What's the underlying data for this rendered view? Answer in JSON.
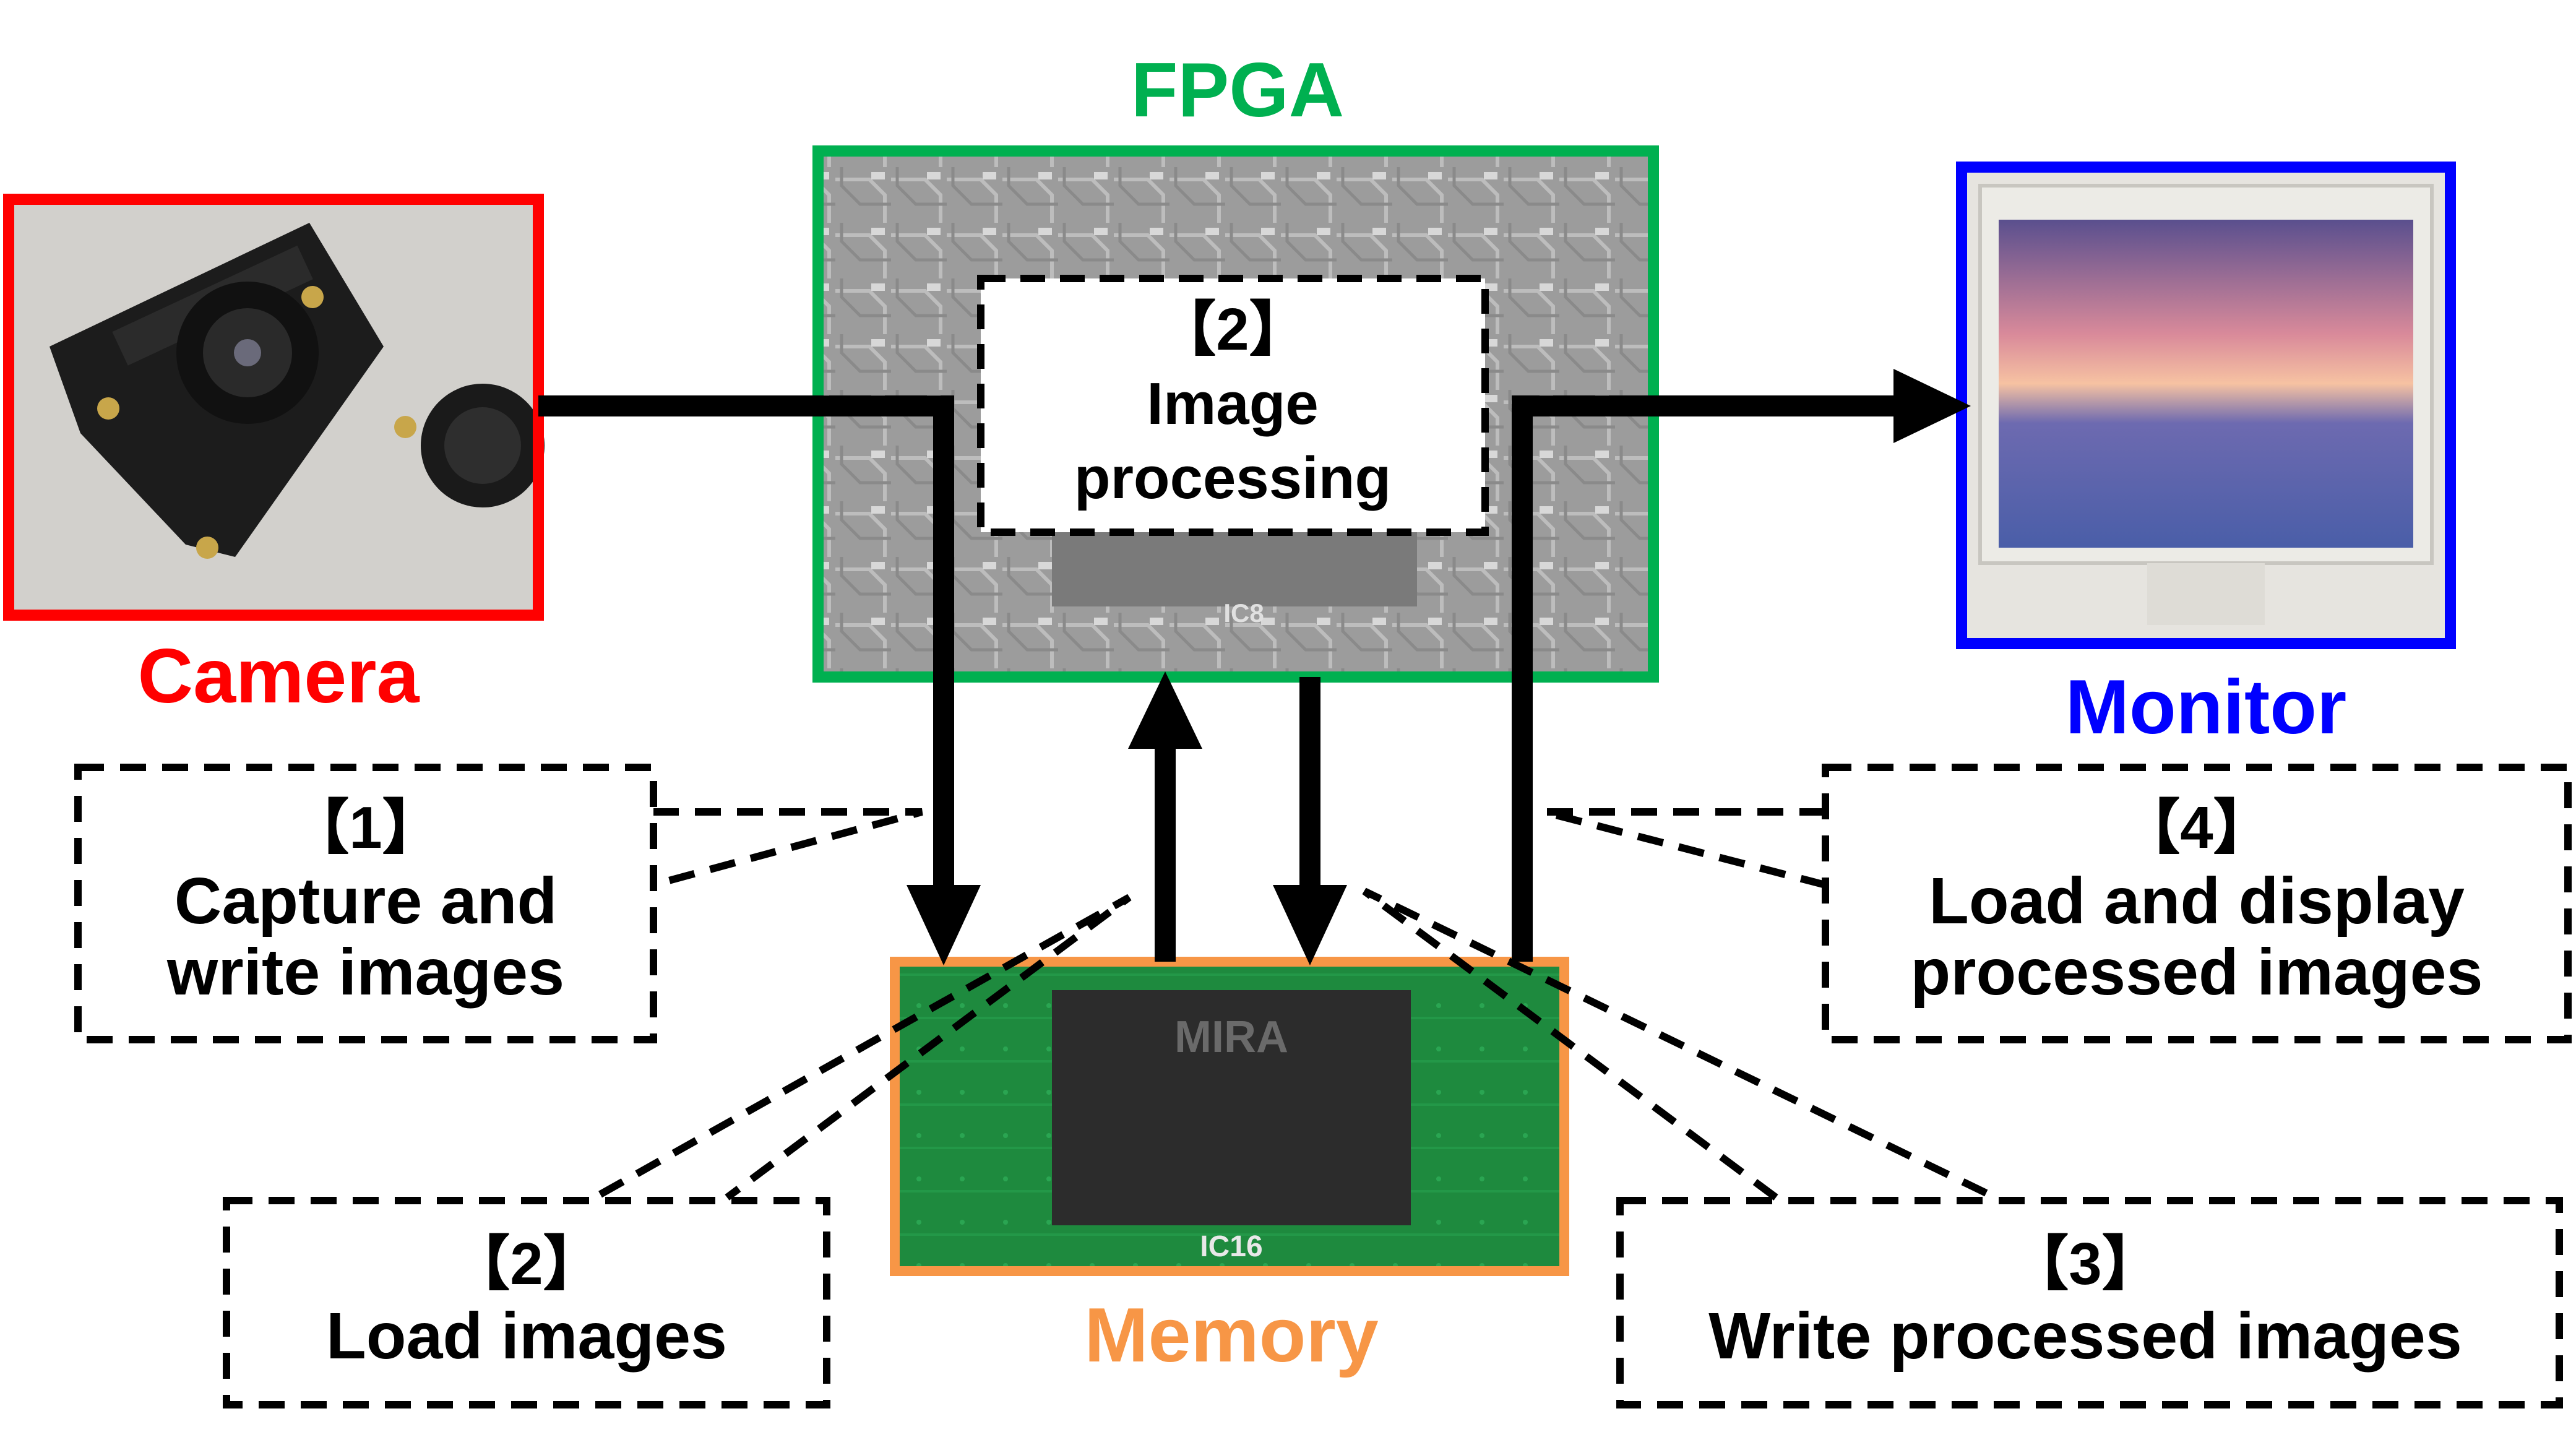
{
  "components": {
    "camera": {
      "label": "Camera",
      "color": "#ff0000"
    },
    "fpga": {
      "label": "FPGA",
      "color": "#00b050",
      "inner_step": "【2】",
      "inner_line1": "Image",
      "inner_line2": "processing",
      "chip_label": "IC8"
    },
    "monitor": {
      "label": "Monitor",
      "color": "#0000ff"
    },
    "memory": {
      "label": "Memory",
      "color": "#f79646",
      "chip_brand": "MIRA",
      "chip_label": "IC16"
    }
  },
  "steps": [
    {
      "number": "【1】",
      "line1": "Capture and",
      "line2": "write images"
    },
    {
      "number": "【2】",
      "line1": "Load images"
    },
    {
      "number": "【3】",
      "line1": "Write processed images"
    },
    {
      "number": "【4】",
      "line1": "Load and display",
      "line2": "processed images"
    }
  ],
  "colors": {
    "arrow": "#000000",
    "board_green": "#1f8a3c",
    "board_gray": "#9a9a9a"
  }
}
